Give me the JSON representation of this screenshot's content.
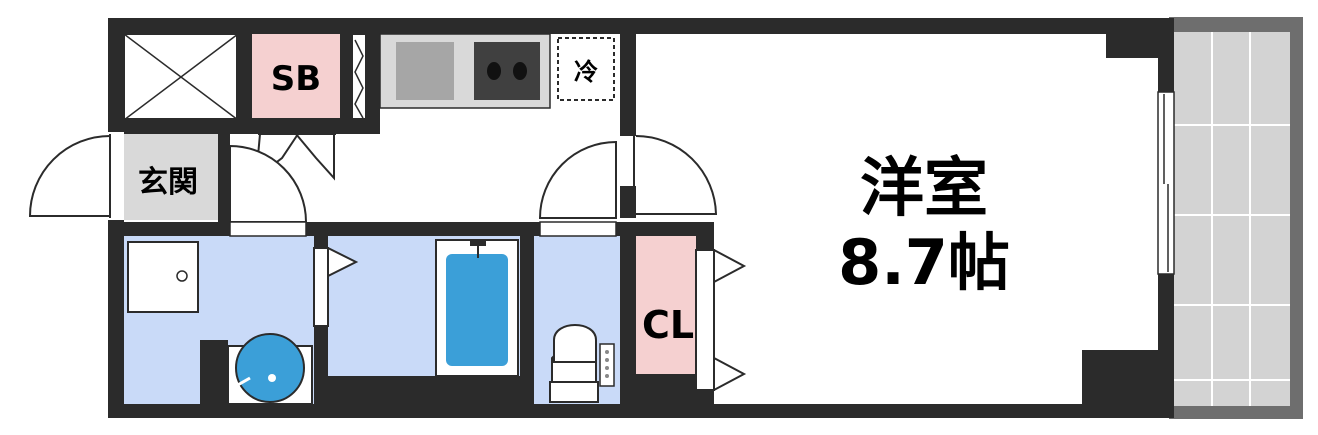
{
  "floor_plan": {
    "rooms": {
      "shoe_box": "SB",
      "entrance": "玄関",
      "fridge": "冷",
      "closet": "CL",
      "western_room": "洋室",
      "western_room_size": "8.7帖"
    },
    "colors": {
      "wall": "#2b2b2b",
      "floor": "#ffffff",
      "wet_area": "#c9daf8",
      "closet": "#f5d0d0",
      "entrance": "#d9d9d9",
      "balcony": "#d3d3d3",
      "bathtub": "#3b9fd8",
      "stove": "#404040",
      "sink": "#a6a6a6"
    }
  }
}
